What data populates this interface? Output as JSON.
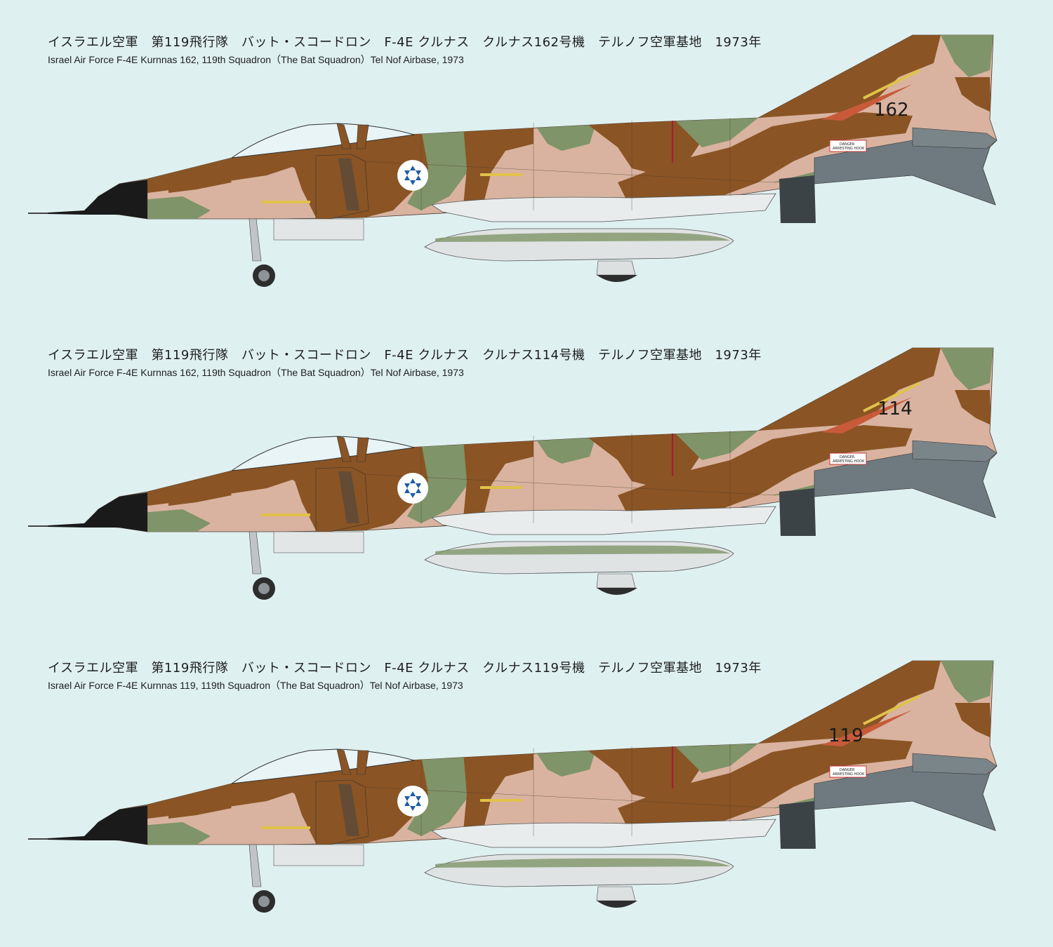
{
  "colors": {
    "background": "#dff0f0",
    "tan": "#d9b3a0",
    "brown": "#8a5424",
    "green": "#7f9468",
    "light_grey": "#dfe3e3",
    "dark_grey": "#6e7a80",
    "nose": "#1a1a1a",
    "red_band": "#c85a3a",
    "roundel_blue": "#1f5ba8"
  },
  "profiles": [
    {
      "title_jp": "イスラエル空軍　第119飛行隊　バット・スコードロン　F-4E クルナス　クルナス162号機　テルノフ空軍基地　1973年",
      "title_en": "Israel Air Force F-4E Kurnnas 162, 119th Squadron（The Bat Squadron）Tel Nof Airbase, 1973",
      "tail_number": "162",
      "stencil_top": "DANGER",
      "stencil_bottom": "ARRESTING HOOK",
      "roundel_icon": "star-of-david-icon"
    },
    {
      "title_jp": "イスラエル空軍　第119飛行隊　バット・スコードロン　F-4E クルナス　クルナス114号機　テルノフ空軍基地　1973年",
      "title_en": "Israel Air Force F-4E Kurnnas 162, 119th Squadron（The Bat Squadron）Tel Nof Airbase, 1973",
      "tail_number": "114",
      "stencil_top": "DANGER",
      "stencil_bottom": "ARRESTING HOOK",
      "roundel_icon": "star-of-david-icon"
    },
    {
      "title_jp": "イスラエル空軍　第119飛行隊　バット・スコードロン　F-4E クルナス　クルナス119号機　テルノフ空軍基地　1973年",
      "title_en": "Israel Air Force F-4E Kurnnas 119, 119th Squadron（The Bat Squadron）Tel Nof Airbase, 1973",
      "tail_number": "119",
      "stencil_top": "DANGER",
      "stencil_bottom": "ARRESTING HOOK",
      "roundel_icon": "star-of-david-icon"
    }
  ]
}
